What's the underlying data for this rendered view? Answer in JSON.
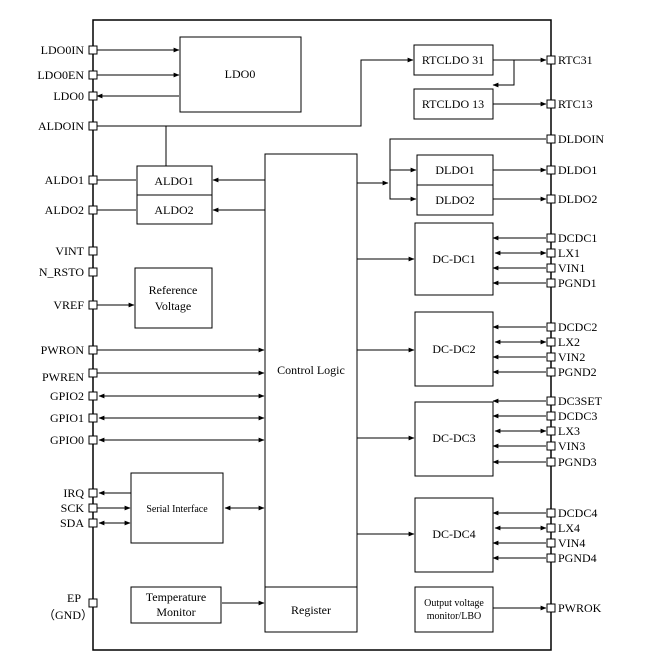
{
  "blocks": {
    "ldo0": "LDO0",
    "rtcldo31": "RTCLDO 31",
    "rtcldo13": "RTCLDO 13",
    "aldo1": "ALDO1",
    "aldo2": "ALDO2",
    "dldo1": "DLDO1",
    "dldo2": "DLDO2",
    "ref_line1": "Reference",
    "ref_line2": "Voltage",
    "control_logic": "Control Logic",
    "register": "Register",
    "dcdc1": "DC-DC1",
    "dcdc2": "DC-DC2",
    "dcdc3": "DC-DC3",
    "dcdc4": "DC-DC4",
    "serial": "Serial Interface",
    "temp_line1": "Temperature",
    "temp_line2": "Monitor",
    "outmon_line1": "Output voltage",
    "outmon_line2": "monitor/LBO"
  },
  "pins_left": {
    "ldo0in": "LDO0IN",
    "ldo0en": "LDO0EN",
    "ldo0": "LDO0",
    "aldoin": "ALDOIN",
    "aldo1": "ALDO1",
    "aldo2": "ALDO2",
    "vint": "VINT",
    "n_rsto": "N_RSTO",
    "vref": "VREF",
    "pwron": "PWRON",
    "pwren": "PWREN",
    "gpio2": "GPIO2",
    "gpio1": "GPIO1",
    "gpio0": "GPIO0",
    "irq": "IRQ",
    "sck": "SCK",
    "sda": "SDA",
    "ep": "EP",
    "gnd": "（GND）"
  },
  "pins_right": {
    "rtc31": "RTC31",
    "rtc13": "RTC13",
    "dldoin": "DLDOIN",
    "dldo1": "DLDO1",
    "dldo2": "DLDO2",
    "dcdc1": "DCDC1",
    "lx1": "LX1",
    "vin1": "VIN1",
    "pgnd1": "PGND1",
    "dcdc2": "DCDC2",
    "lx2": "LX2",
    "vin2": "VIN2",
    "pgnd2": "PGND2",
    "dc3set": "DC3SET",
    "dcdc3": "DCDC3",
    "lx3": "LX3",
    "vin3": "VIN3",
    "pgnd3": "PGND3",
    "dcdc4": "DCDC4",
    "lx4": "LX4",
    "vin4": "VIN4",
    "pgnd4": "PGND4",
    "pwrok": "PWROK"
  }
}
